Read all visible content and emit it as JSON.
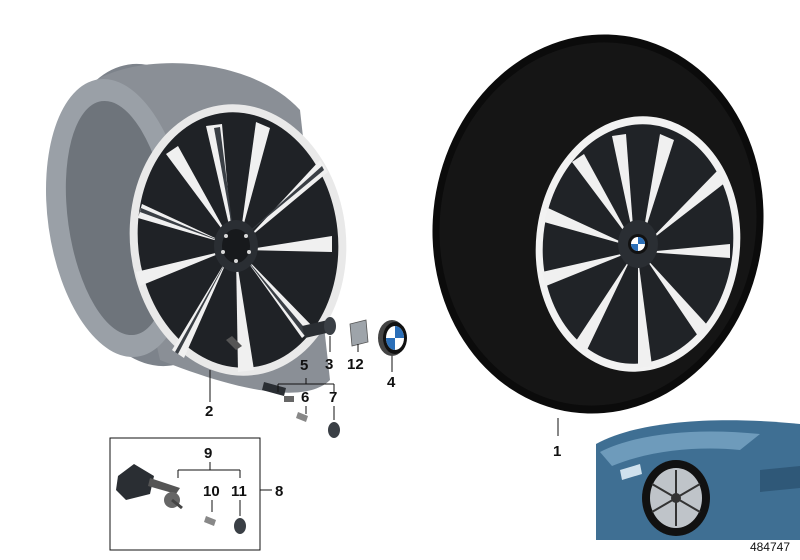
{
  "callouts": {
    "c1": "1",
    "c2": "2",
    "c3": "3",
    "c4": "4",
    "c5": "5",
    "c6": "6",
    "c7": "7",
    "c8": "8",
    "c9": "9",
    "c10": "10",
    "c11": "11",
    "c12": "12"
  },
  "reference_number": "484747",
  "colors": {
    "tire": "#0b0b0b",
    "rim_barrel": "#8a8f96",
    "spoke_dark": "#2a2e33",
    "spoke_face": "#f2f2f2",
    "car_body": "#3f6f93"
  }
}
